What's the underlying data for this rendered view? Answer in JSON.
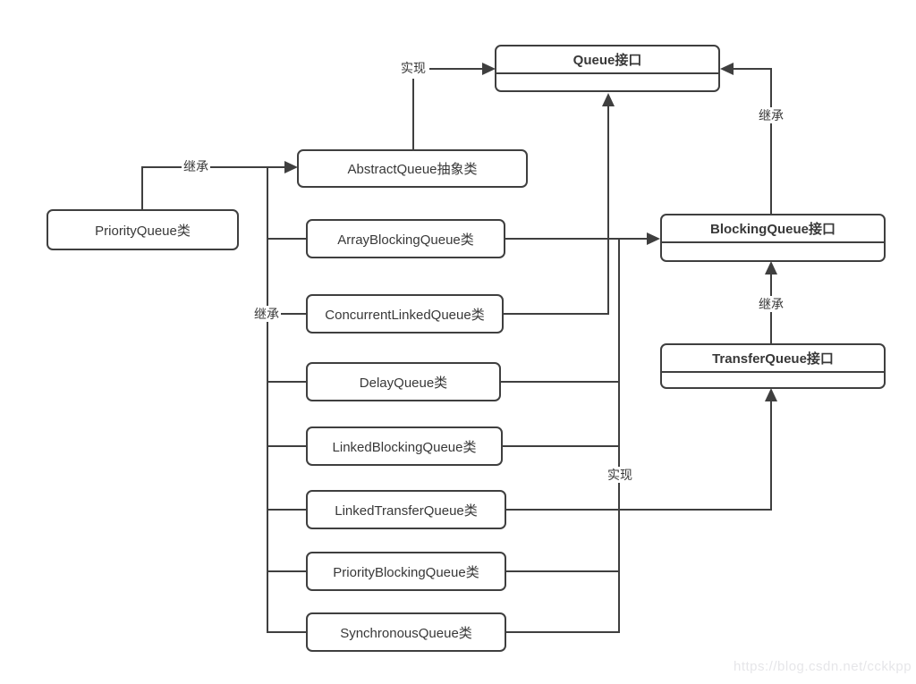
{
  "diagram": {
    "interfaces": {
      "queue": "Queue接口",
      "blocking_queue": "BlockingQueue接口",
      "transfer_queue": "TransferQueue接口"
    },
    "classes": {
      "abstract_queue": "AbstractQueue抽象类",
      "priority_queue": "PriorityQueue类",
      "array_blocking_queue": "ArrayBlockingQueue类",
      "concurrent_linked_queue": "ConcurrentLinkedQueue类",
      "delay_queue": "DelayQueue类",
      "linked_blocking_queue": "LinkedBlockingQueue类",
      "linked_transfer_queue": "LinkedTransferQueue类",
      "priority_blocking_queue": "PriorityBlockingQueue类",
      "synchronous_queue": "SynchronousQueue类"
    },
    "edge_labels": {
      "implements_top": "实现",
      "extends_top_left": "继承",
      "extends_left_trunk": "继承",
      "extends_blocking_to_queue": "继承",
      "extends_transfer_to_blocking": "继承",
      "implements_right_trunk": "实现"
    },
    "watermark": "https://blog.csdn.net/cckkpp",
    "colors": {
      "line": "#3f3f3f",
      "box_border": "#3f3f3f",
      "box_fill": "#ffffff",
      "text": "#383838",
      "watermark": "#e6e6e9",
      "background": "#ffffff"
    }
  }
}
